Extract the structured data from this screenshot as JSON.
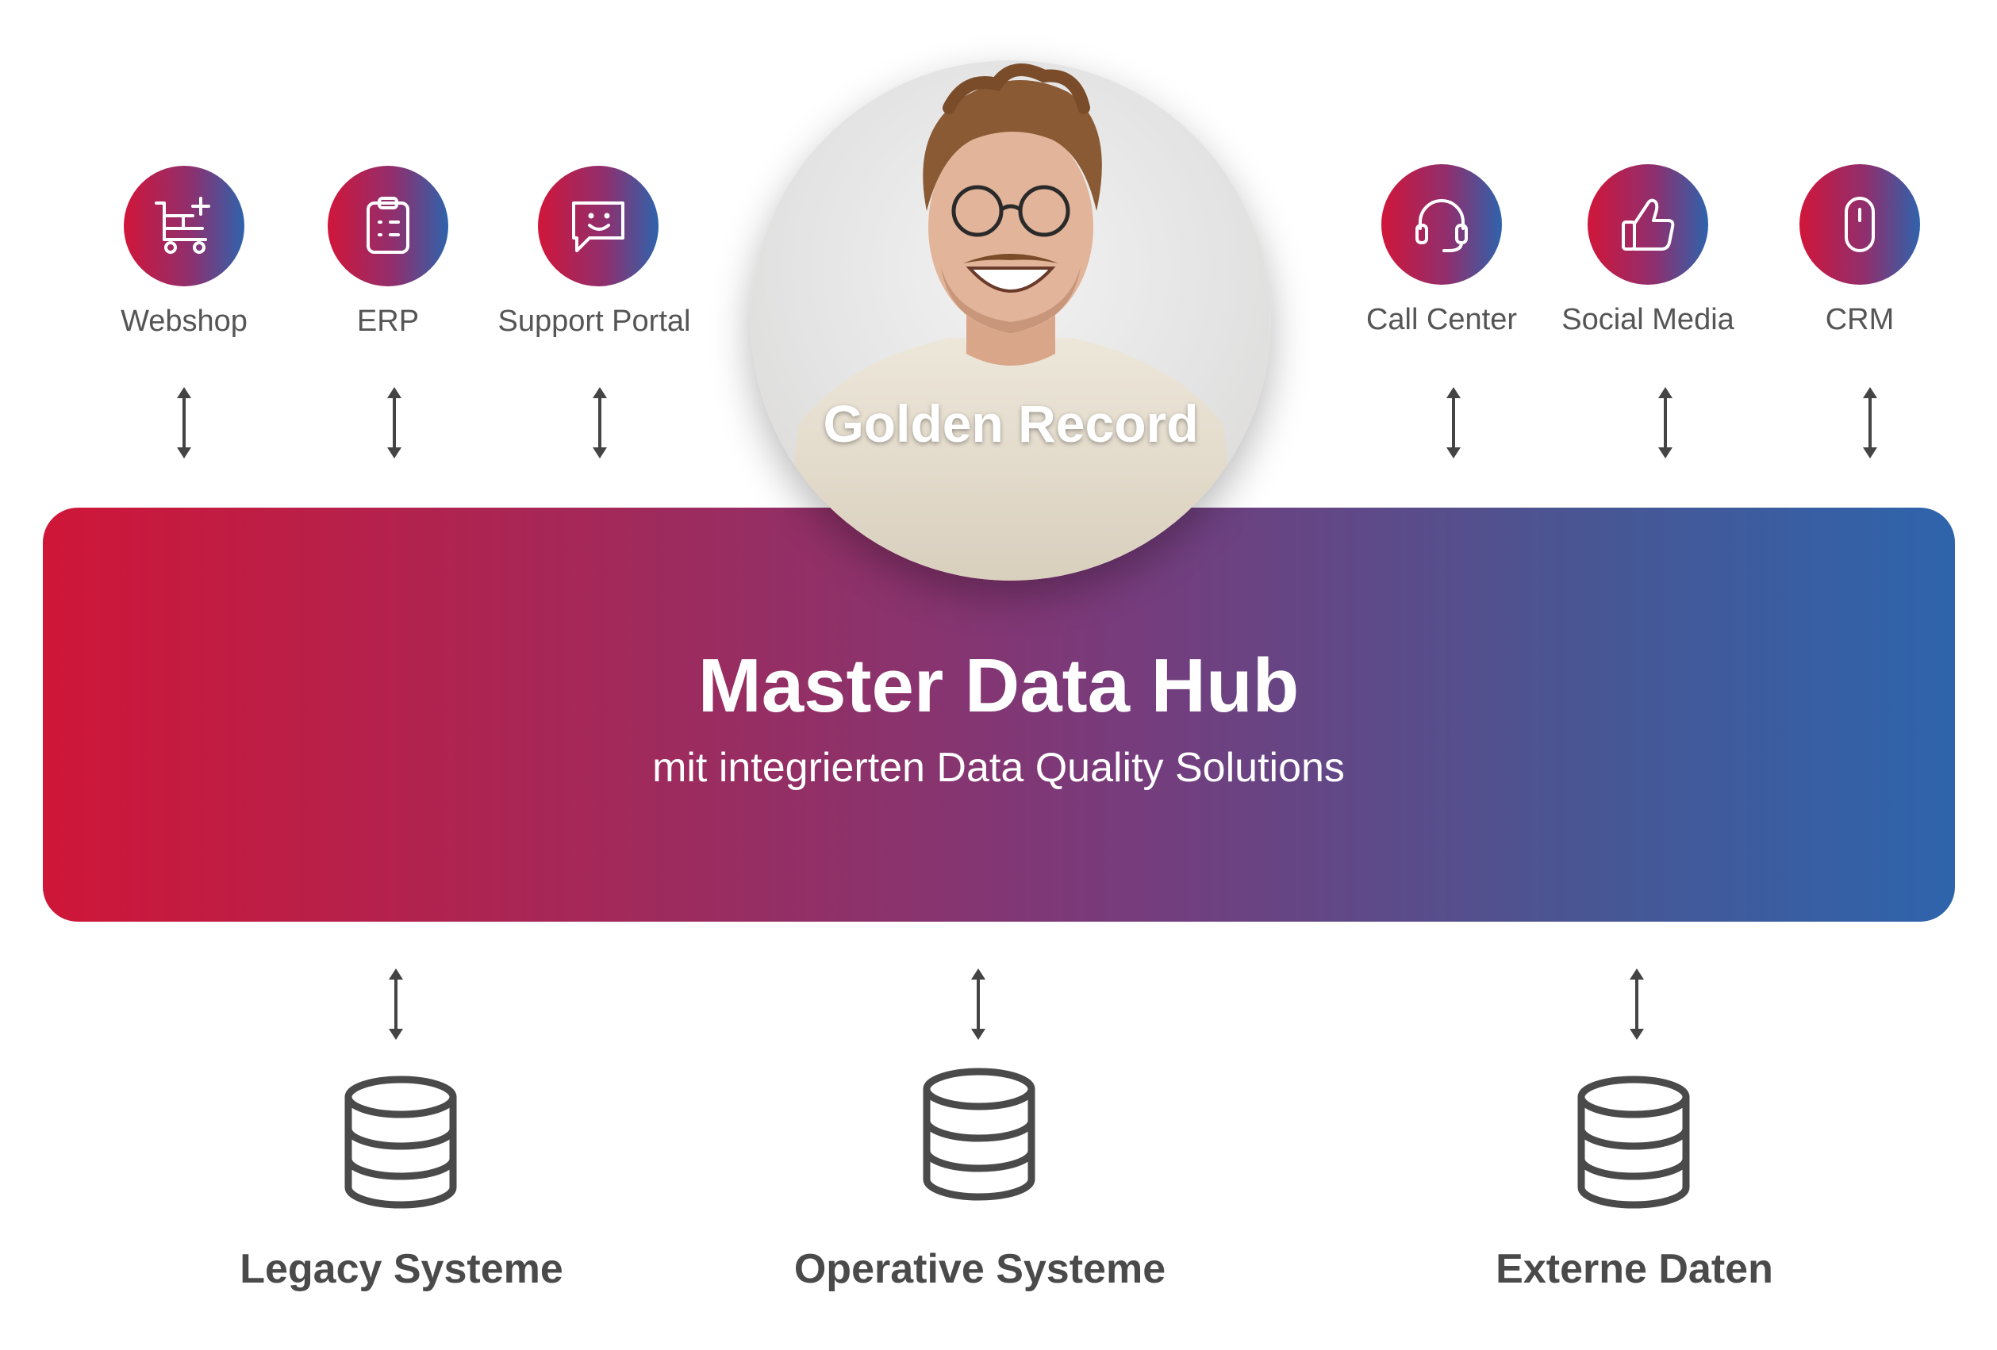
{
  "top_nodes": [
    {
      "label": "Webshop",
      "icon": "shopping-cart-icon"
    },
    {
      "label": "ERP",
      "icon": "clipboard-icon"
    },
    {
      "label": "Support Portal",
      "icon": "chat-bubble-smile-icon"
    },
    {
      "label": "Call Center",
      "icon": "headset-icon"
    },
    {
      "label": "Social Media",
      "icon": "thumbs-up-icon"
    },
    {
      "label": "CRM",
      "icon": "mouse-icon"
    }
  ],
  "golden_record": {
    "label": "Golden Record"
  },
  "hub": {
    "title": "Master Data Hub",
    "subtitle": "mit integrierten Data Quality Solutions"
  },
  "data_sources": [
    {
      "label": "Legacy Systeme",
      "icon": "database-icon"
    },
    {
      "label": "Operative Systeme",
      "icon": "database-icon"
    },
    {
      "label": "Externe Daten",
      "icon": "database-icon"
    }
  ],
  "colors": {
    "gradient_start": "#d1163a",
    "gradient_end": "#2e63ac",
    "text_gray": "#555555",
    "icon_gray": "#4a4a4a"
  }
}
